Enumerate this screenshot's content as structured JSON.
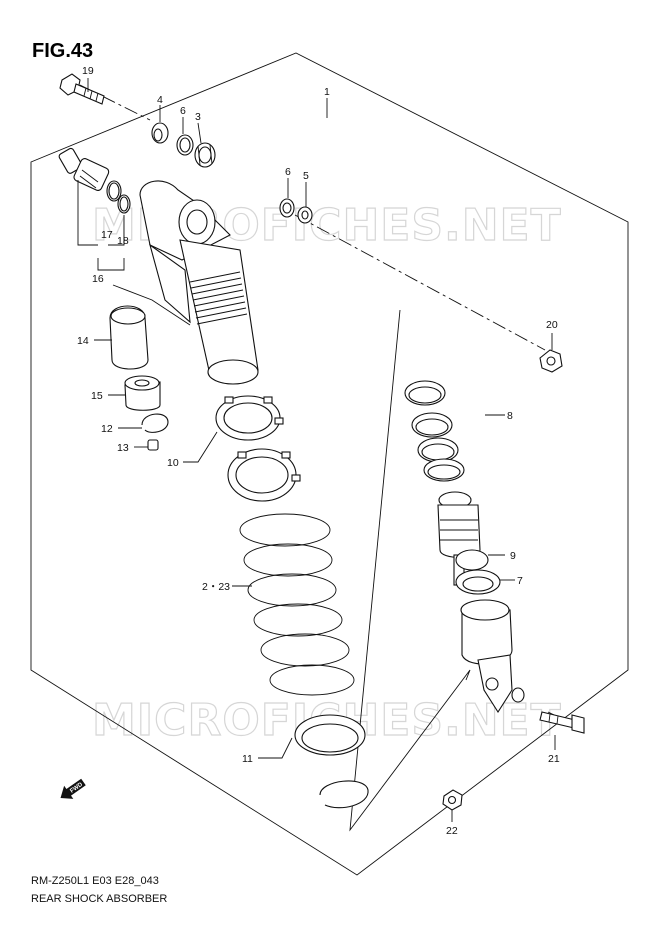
{
  "figure": {
    "title": "FIG.43",
    "code": "RM-Z250L1 E03 E28_043",
    "name": "REAR SHOCK ABSORBER"
  },
  "watermark": {
    "text": "MICROFICHES.NET",
    "color": "#d6d6d6"
  },
  "fwd_marker": {
    "text": "FWD",
    "icon": "fwd-arrow-icon"
  },
  "callouts": [
    {
      "id": "c1",
      "label": "1"
    },
    {
      "id": "c2",
      "label": "2・23"
    },
    {
      "id": "c3",
      "label": "3"
    },
    {
      "id": "c4",
      "label": "4"
    },
    {
      "id": "c5",
      "label": "5"
    },
    {
      "id": "c6a",
      "label": "6"
    },
    {
      "id": "c6b",
      "label": "6"
    },
    {
      "id": "c7",
      "label": "7"
    },
    {
      "id": "c8",
      "label": "8"
    },
    {
      "id": "c9",
      "label": "9"
    },
    {
      "id": "c10",
      "label": "10"
    },
    {
      "id": "c11",
      "label": "11"
    },
    {
      "id": "c12",
      "label": "12"
    },
    {
      "id": "c13",
      "label": "13"
    },
    {
      "id": "c14",
      "label": "14"
    },
    {
      "id": "c15",
      "label": "15"
    },
    {
      "id": "c16",
      "label": "16"
    },
    {
      "id": "c17",
      "label": "17"
    },
    {
      "id": "c18",
      "label": "18"
    },
    {
      "id": "c19",
      "label": "19"
    },
    {
      "id": "c20",
      "label": "20"
    },
    {
      "id": "c21",
      "label": "21"
    },
    {
      "id": "c22",
      "label": "22"
    }
  ]
}
